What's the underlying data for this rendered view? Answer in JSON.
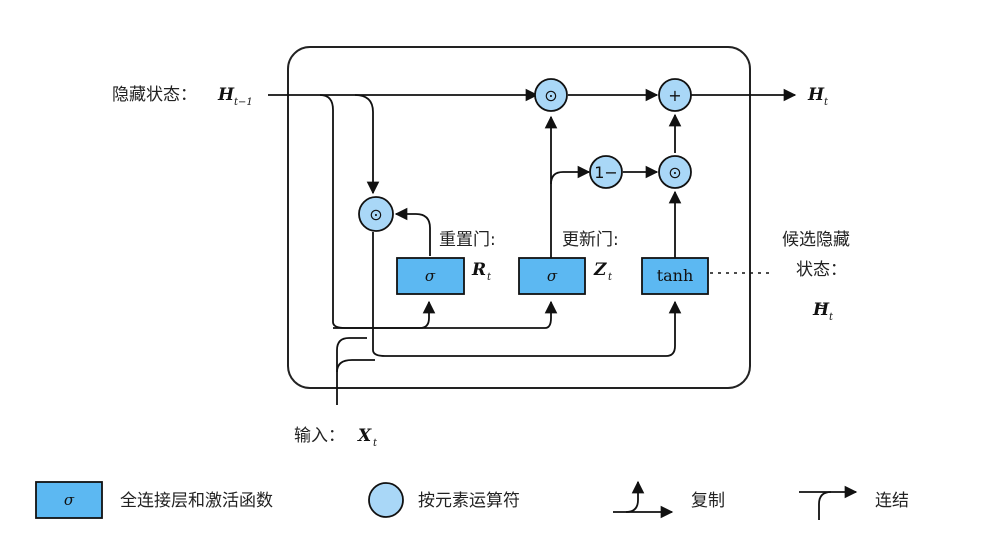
{
  "labels": {
    "hidden_state": "隐藏状态：",
    "hidden_prev_var": "H",
    "hidden_prev_sub": "t−1",
    "output_var": "H",
    "output_sub": "t",
    "input": "输入：",
    "input_var": "X",
    "input_sub": "t",
    "reset_gate": "重置门:",
    "reset_var": "R",
    "reset_sub": "t",
    "update_gate": "更新门:",
    "update_var": "Z",
    "update_sub": "t",
    "candidate_line1": "候选隐藏",
    "candidate_line2": "状态：",
    "candidate_var": "H",
    "candidate_tilde": "~",
    "candidate_sub": "t"
  },
  "boxes": {
    "reset_sigma": "σ",
    "update_sigma": "σ",
    "tanh": "tanh"
  },
  "ops": {
    "hadamard": "⊙",
    "plus": "+",
    "one_minus": "1−"
  },
  "legend": {
    "sigma": "σ",
    "fc_activation": "全连接层和激活函数",
    "elementwise": "按元素运算符",
    "copy": "复制",
    "concat": "连结"
  },
  "colors": {
    "box_fill": "#5cb8f2",
    "circle_fill": "#a9d7f7",
    "stroke": "#111111",
    "frame": "#222222"
  }
}
